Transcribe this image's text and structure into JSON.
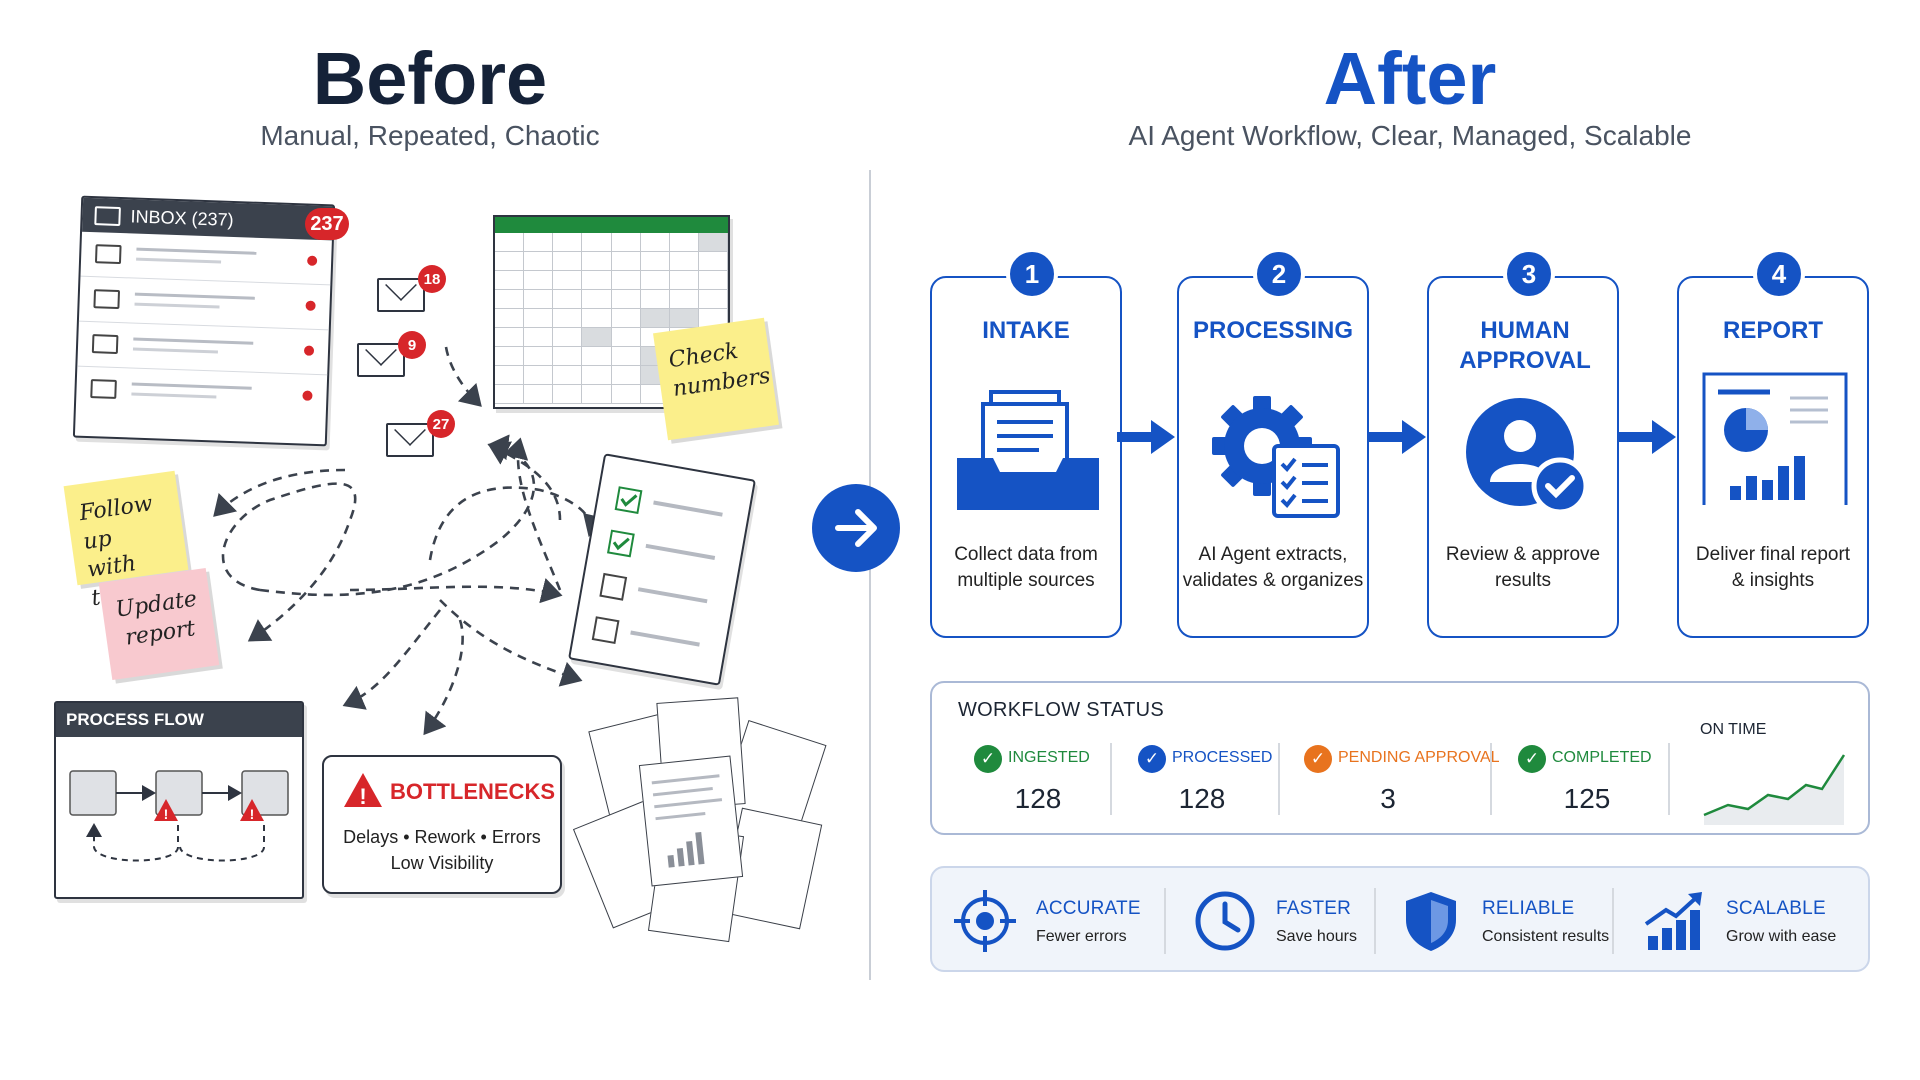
{
  "before": {
    "title": "Before",
    "subtitle": "Manual, Repeated, Chaotic",
    "inbox": {
      "label": "INBOX (237)",
      "badge": "237"
    },
    "mail_badges": [
      "18",
      "9",
      "27"
    ],
    "sticky_check": {
      "line1": "Check",
      "line2": "numbers"
    },
    "sticky_follow": {
      "line1": "Follow up",
      "line2": "with team"
    },
    "sticky_update": {
      "line1": "Update",
      "line2": "report"
    },
    "process_flow": {
      "label": "PROCESS FLOW"
    },
    "bottlenecks": {
      "title": "BOTTLENECKS",
      "line1": "Delays  •  Rework  •  Errors",
      "line2": "Low Visibility"
    }
  },
  "after": {
    "title": "After",
    "subtitle": "AI Agent Workflow, Clear, Managed, Scalable",
    "steps": [
      {
        "num": "1",
        "title": "INTAKE",
        "desc1": "Collect data from",
        "desc2": "multiple sources"
      },
      {
        "num": "2",
        "title": "PROCESSING",
        "desc1": "AI Agent extracts,",
        "desc2": "validates & organizes"
      },
      {
        "num": "3",
        "title": "HUMAN APPROVAL",
        "desc1": "Review & approve",
        "desc2": "results"
      },
      {
        "num": "4",
        "title": "REPORT",
        "desc1": "Deliver final report",
        "desc2": "& insights"
      }
    ],
    "status": {
      "title": "WORKFLOW STATUS",
      "items": [
        {
          "label": "INGESTED",
          "value": "128",
          "color": "#1f8a3d"
        },
        {
          "label": "PROCESSED",
          "value": "128",
          "color": "#1553c4"
        },
        {
          "label": "PENDING APPROVAL",
          "value": "3",
          "color": "#e8731e"
        },
        {
          "label": "COMPLETED",
          "value": "125",
          "color": "#1f8a3d"
        }
      ],
      "ontime_label": "ON TIME"
    },
    "benefits": [
      {
        "title": "ACCURATE",
        "desc": "Fewer errors",
        "icon": "target-icon"
      },
      {
        "title": "FASTER",
        "desc": "Save hours",
        "icon": "clock-icon"
      },
      {
        "title": "RELIABLE",
        "desc": "Consistent results",
        "icon": "shield-check-icon"
      },
      {
        "title": "SCALABLE",
        "desc": "Grow with ease",
        "icon": "growth-chart-icon"
      }
    ]
  },
  "colors": {
    "accent": "#1553c4",
    "alert": "#d7262a",
    "success": "#1f8a3d",
    "warning": "#e8731e"
  }
}
